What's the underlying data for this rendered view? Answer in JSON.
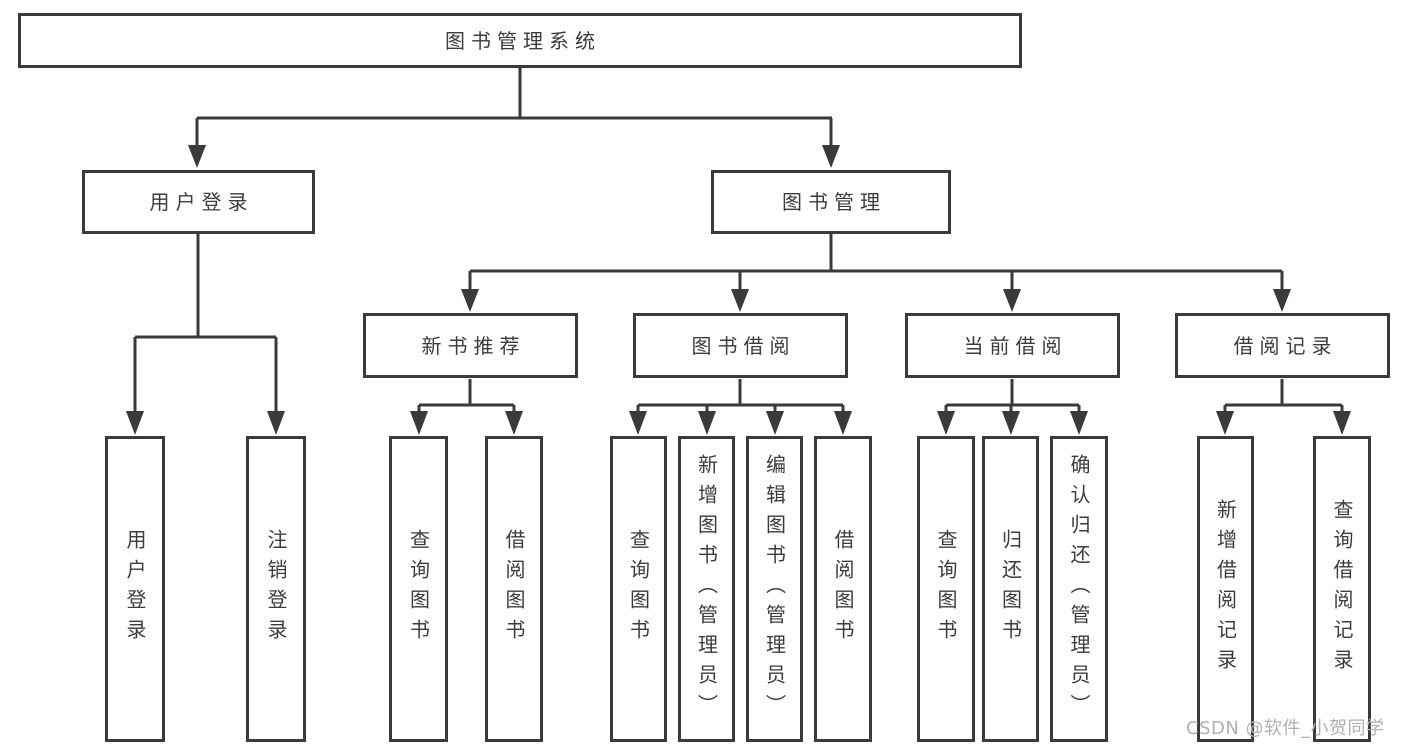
{
  "nodes": {
    "root": "图书管理系统",
    "user_login": "用户登录",
    "book_management": "图书管理",
    "new_book_recommend": "新书推荐",
    "book_borrow": "图书借阅",
    "current_borrow": "当前借阅",
    "borrow_records": "借阅记录",
    "leaf_user_login": "用户登录",
    "leaf_logout": "注销登录",
    "leaf_query_books_1": "查询图书",
    "leaf_borrow_books_1": "借阅图书",
    "leaf_query_books_2": "查询图书",
    "leaf_add_books": "新增图书（管理员）",
    "leaf_edit_books": "编辑图书（管理员）",
    "leaf_borrow_books_2": "借阅图书",
    "leaf_query_books_3": "查询图书",
    "leaf_return_books": "归还图书",
    "leaf_confirm_return": "确认归还（管理员）",
    "leaf_add_record": "新增借阅记录",
    "leaf_query_record": "查询借阅记录"
  },
  "watermark": "CSDN @软件_小贺同学",
  "colors": {
    "line": "#3a3a3a",
    "text": "#3c3c3c",
    "watermark": "#b0b0b0",
    "background": "#ffffff"
  }
}
